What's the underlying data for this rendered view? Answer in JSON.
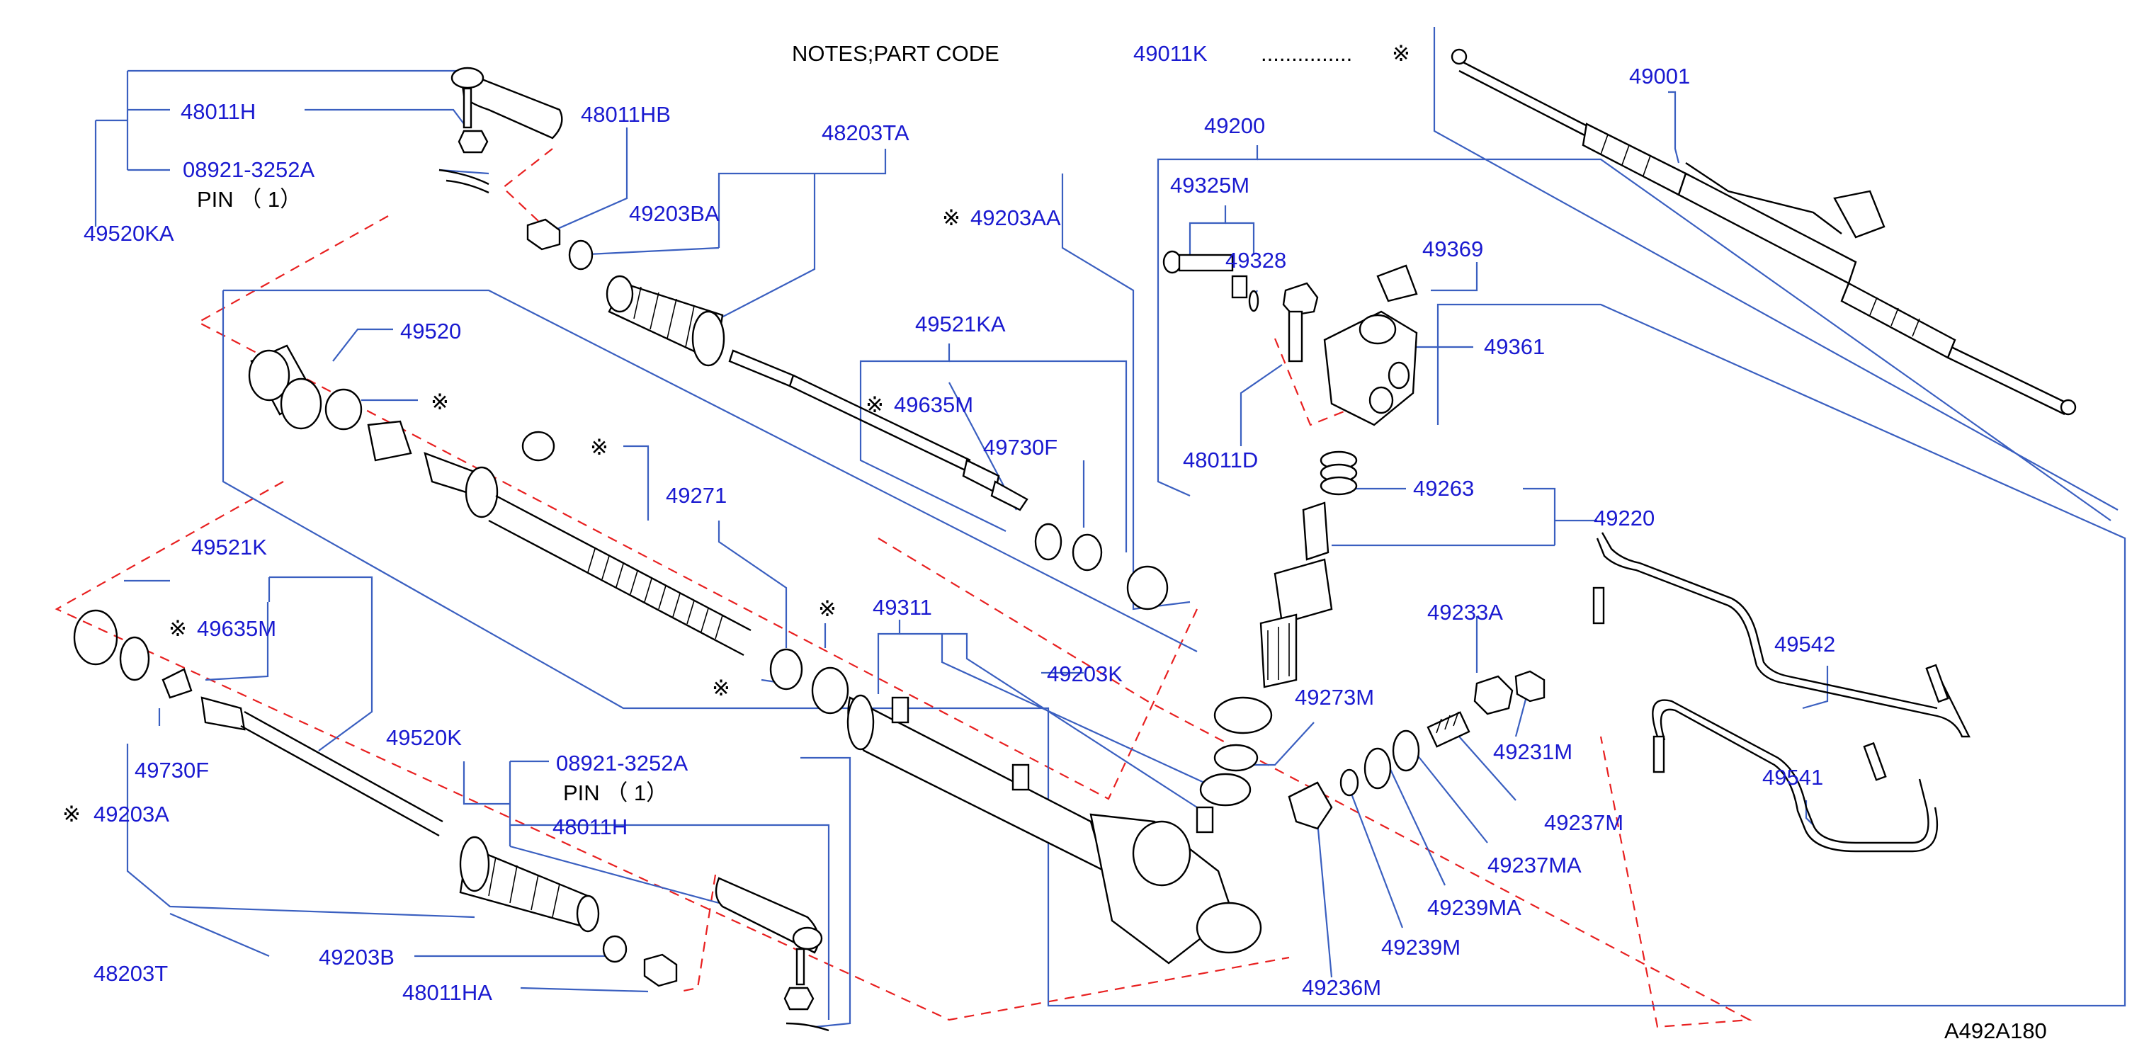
{
  "notes": {
    "label": "NOTES;PART   CODE",
    "code": "49011K",
    "dots": "...............",
    "mark": "※"
  },
  "diagram_id": "A492A180",
  "mark": "※",
  "labels": {
    "p48011H_top": "48011H",
    "p08921_top": "08921-3252A",
    "pin_top": "PIN （ 1）",
    "p49520KA": "49520KA",
    "p48011HB": "48011HB",
    "p48203TA": "48203TA",
    "p49203BA": "49203BA",
    "p49203AA": "49203AA",
    "p49520": "49520",
    "p49521KA": "49521KA",
    "p49635M_mid": "49635M",
    "p49730F_mid": "49730F",
    "p49271": "49271",
    "p49521K": "49521K",
    "p49635M_left": "49635M",
    "p49730F_left": "49730F",
    "p49203A": "49203A",
    "p49520K": "49520K",
    "p08921_bot": "08921-3252A",
    "pin_bot": "PIN （ 1）",
    "p48011H_bot": "48011H",
    "p48203T": "48203T",
    "p49203B": "49203B",
    "p48011HA": "48011HA",
    "p49311": "49311",
    "p49203K": "49203K",
    "p49200": "49200",
    "p49325M": "49325M",
    "p49328": "49328",
    "p49369": "49369",
    "p49361": "49361",
    "p48011D": "48011D",
    "p49263": "49263",
    "p49220": "49220",
    "p49001": "49001",
    "p49233A": "49233A",
    "p49231M": "49231M",
    "p49273M": "49273M",
    "p49237M": "49237M",
    "p49237MA": "49237MA",
    "p49239MA": "49239MA",
    "p49239M": "49239M",
    "p49236M": "49236M",
    "p49542": "49542",
    "p49541": "49541"
  }
}
